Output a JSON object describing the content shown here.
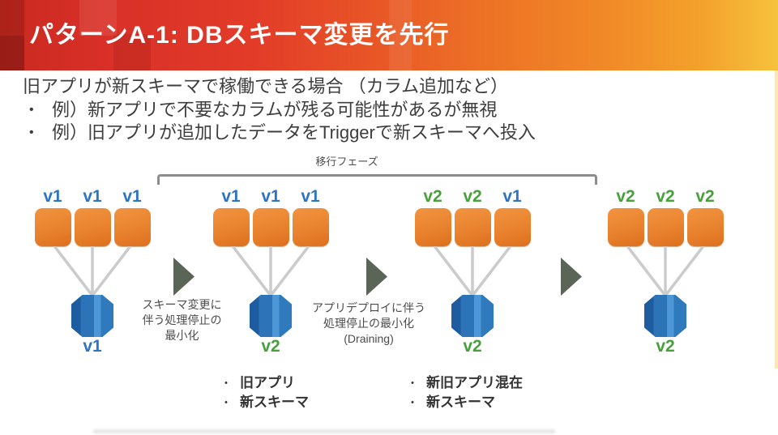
{
  "header": {
    "title": "パターンA-1: DBスキーマ変更を先行"
  },
  "intro": {
    "line1": "旧アプリが新スキーマで稼働できる場合 （カラム追加など）",
    "bullets": [
      "例）新アプリで不要なカラムが残る可能性があるが無視",
      "例）旧アプリが追加したデータをTriggerで新スキーマへ投入"
    ]
  },
  "bracket": {
    "label": "移行フェーズ"
  },
  "diagram": {
    "clusters": [
      {
        "app_versions": [
          "v1",
          "v1",
          "v1"
        ],
        "db_version": "v1"
      },
      {
        "app_versions": [
          "v1",
          "v1",
          "v1"
        ],
        "db_version": "v2"
      },
      {
        "app_versions": [
          "v2",
          "v2",
          "v1"
        ],
        "db_version": "v2"
      },
      {
        "app_versions": [
          "v2",
          "v2",
          "v2"
        ],
        "db_version": "v2"
      }
    ],
    "arrows": [
      {
        "caption_lines": [
          "スキーマ変更に",
          "伴う処理停止の",
          "最小化"
        ]
      },
      {
        "caption_lines": [
          "アプリデプロイに伴う",
          "処理停止の最小化",
          "(Draining)"
        ]
      },
      {
        "caption_lines": []
      }
    ],
    "notes": [
      {
        "items": [
          "旧アプリ",
          "新スキーマ"
        ]
      },
      {
        "items": [
          "新旧アプリ混在",
          "新スキーマ"
        ]
      }
    ]
  },
  "colors": {
    "v1": "#2e74c0",
    "v2": "#48a03c",
    "header_left": "#c92a20",
    "header_right": "#f6c23c",
    "app_box": "#e8822e",
    "database": "#2c73b7",
    "arrow": "#5b6557"
  }
}
